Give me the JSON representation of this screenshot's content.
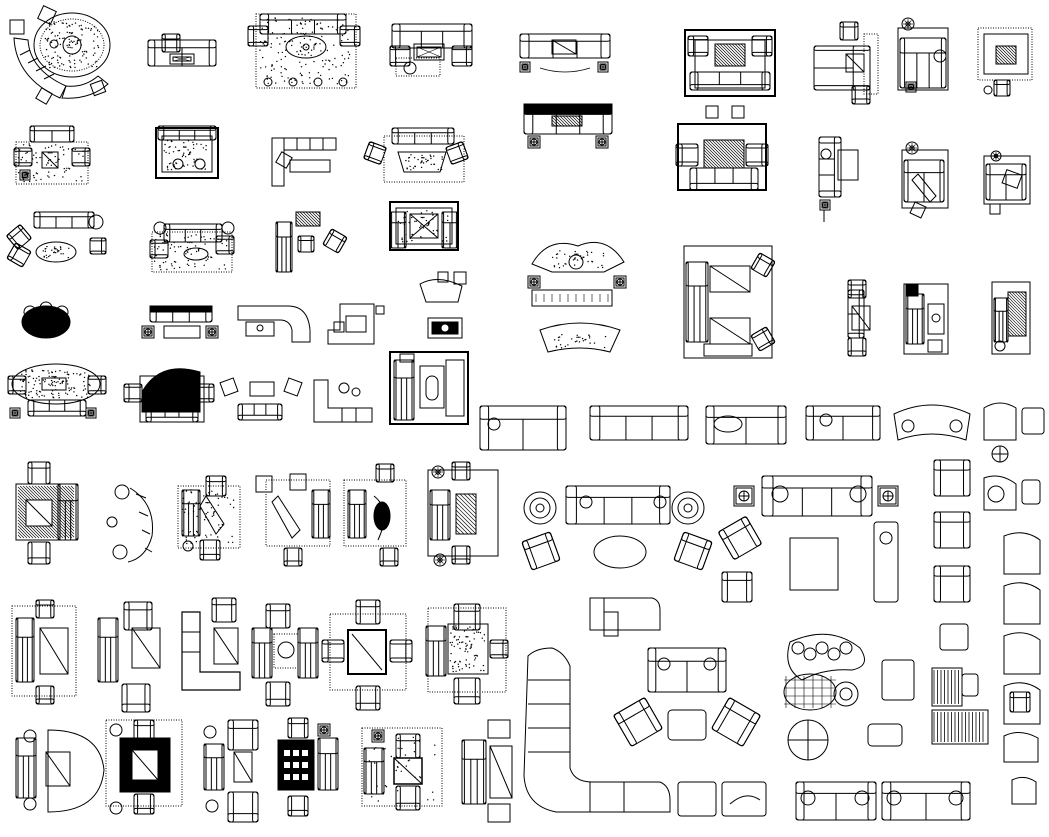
{
  "sheet": {
    "background": "#ffffff",
    "line_color": "#000000",
    "subject": "furniture-symbol-library"
  },
  "groups": [
    {
      "kind": "round-lounge-set"
    },
    {
      "kind": "sofa-armchair-set"
    },
    {
      "kind": "rug-sofa-set"
    },
    {
      "kind": "sectional-set"
    },
    {
      "kind": "elevation-sofa"
    },
    {
      "kind": "armchair-plan"
    },
    {
      "kind": "sofa-plan"
    },
    {
      "kind": "round-table"
    },
    {
      "kind": "square-table"
    },
    {
      "kind": "rect-table"
    }
  ],
  "icons": [
    "grid-table-icon",
    "cross-table-icon",
    "striped-chair-icon"
  ]
}
